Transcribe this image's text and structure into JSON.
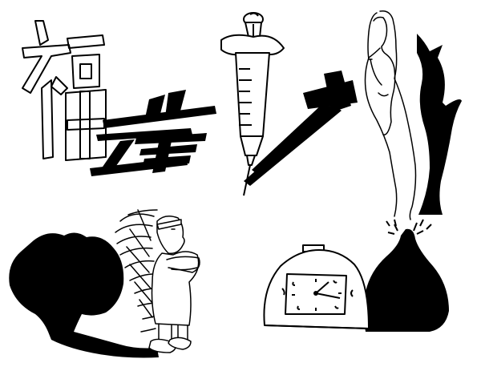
{
  "palette": {
    "ink": "#000000",
    "paper": "#ffffff"
  },
  "panels": [
    {
      "id": "fu-character-shadow",
      "subject": "calligraphy-character",
      "shadow": "mirrored-character"
    },
    {
      "id": "syringe-cross-shadow",
      "subject": "syringe",
      "shadow": "cross"
    },
    {
      "id": "woman-cat-shadow",
      "subject": "woman-silhouette",
      "shadow": "cat"
    },
    {
      "id": "chief-rooster-shadow",
      "subject": "native-chief",
      "shadow": "rooster"
    },
    {
      "id": "clock-bomb-shadow",
      "subject": "dome-clock",
      "shadow": "bomb"
    }
  ]
}
